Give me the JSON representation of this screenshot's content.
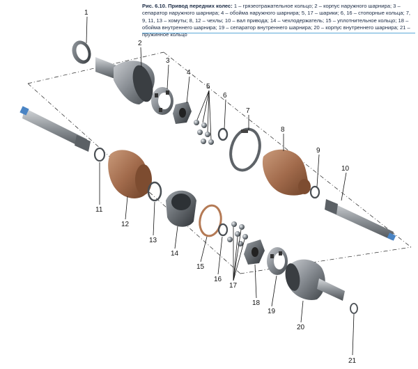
{
  "caption": {
    "title": "Рис. 6.10. Привод передних колес:",
    "text": " 1 – грязеотражательное кольцо; 2 – корпус наружного шарнира; 3 – сепаратор наружного шарнира; 4 – обойма наружного шарнира; 5, 17 – шарики; 6, 16 – стопорные кольца; 7, 9, 11, 13 – хомуты; 8, 12 – чехлы; 10 – вал привода; 14 – чехлодержатель; 15 – уплотнительное кольцо; 18 – обойма внутреннего шарнира; 19 – сепаратор внутреннего шарнира; 20 – корпус внутреннего шарнира; 21 – пружинное кольцо"
  },
  "callouts": [
    "1",
    "2",
    "3",
    "4",
    "5",
    "6",
    "7",
    "8",
    "9",
    "10",
    "11",
    "12",
    "13",
    "14",
    "15",
    "16",
    "17",
    "18",
    "19",
    "20",
    "21"
  ],
  "colors": {
    "boot": "#a26b4c",
    "metal": "#6f7479",
    "axis_line": "#222222",
    "caption_rule": "#5aa8d8",
    "shaft_tip": "#4a84c4"
  }
}
